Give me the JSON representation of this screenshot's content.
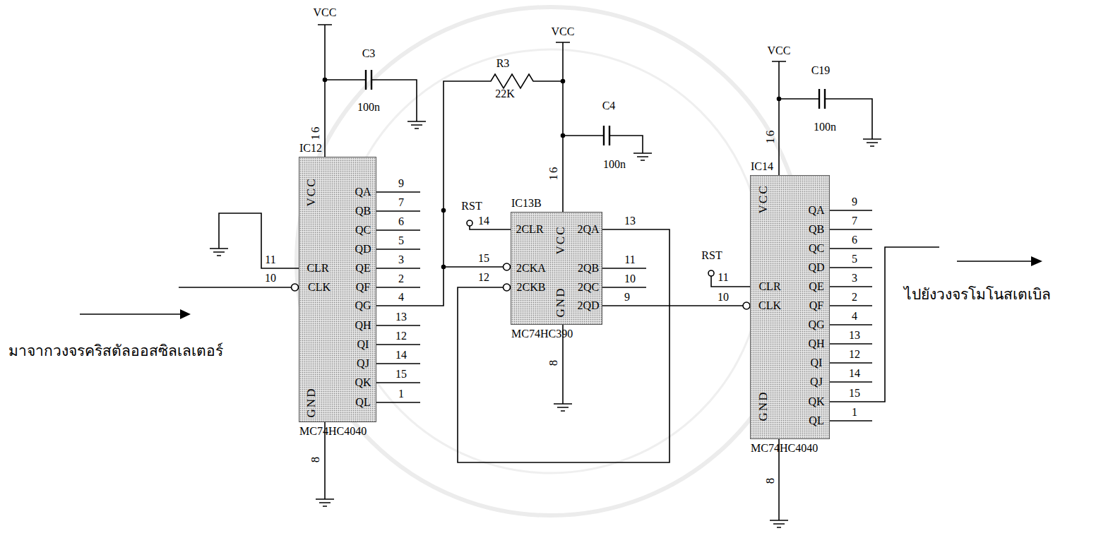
{
  "diagram": {
    "nodes": [
      {
        "text": [
          "IC12",
          "MC74HC4040"
        ]
      },
      {
        "text": [
          "IC13B",
          "MC74HC390"
        ]
      },
      {
        "text": [
          "IC14",
          "MC74HC4040"
        ]
      }
    ],
    "edges": [
      {
        "from": 0,
        "to": 1,
        "arrow": "none"
      },
      {
        "from": 1,
        "to": 2,
        "arrow": "none"
      }
    ],
    "labels": [
      "VCC",
      "C3",
      "100n",
      "16",
      "VCC",
      "QA",
      "QB",
      "QC",
      "QD",
      "QE",
      "QF",
      "QG",
      "QH",
      "QI",
      "QJ",
      "QK",
      "QL",
      "9",
      "7",
      "6",
      "5",
      "3",
      "2",
      "4",
      "13",
      "12",
      "14",
      "15",
      "1",
      "CLR",
      "CLK",
      "11",
      "10",
      "GND",
      "8",
      "มาจากวงจรคริสตัลออสซิลเลเตอร์",
      "R3",
      "22K",
      "VCC",
      "C4",
      "100n",
      "16",
      "RST",
      "14",
      "15",
      "12",
      "2CLR",
      "2CKA",
      "2CKB",
      "VCC",
      "GND",
      "2QA",
      "2QB",
      "2QC",
      "2QD",
      "13",
      "11",
      "10",
      "9",
      "8",
      "VCC",
      "C19",
      "100n",
      "16",
      "RST",
      "11",
      "10",
      "VCC",
      "CLR",
      "CLK",
      "GND",
      "QA",
      "QB",
      "QC",
      "QD",
      "QE",
      "QF",
      "QG",
      "QH",
      "QI",
      "QJ",
      "QK",
      "QL",
      "9",
      "7",
      "6",
      "5",
      "3",
      "2",
      "4",
      "13",
      "12",
      "14",
      "15",
      "1",
      "8",
      "ไปยังวงจรโมโนสเตเบิล"
    ]
  }
}
